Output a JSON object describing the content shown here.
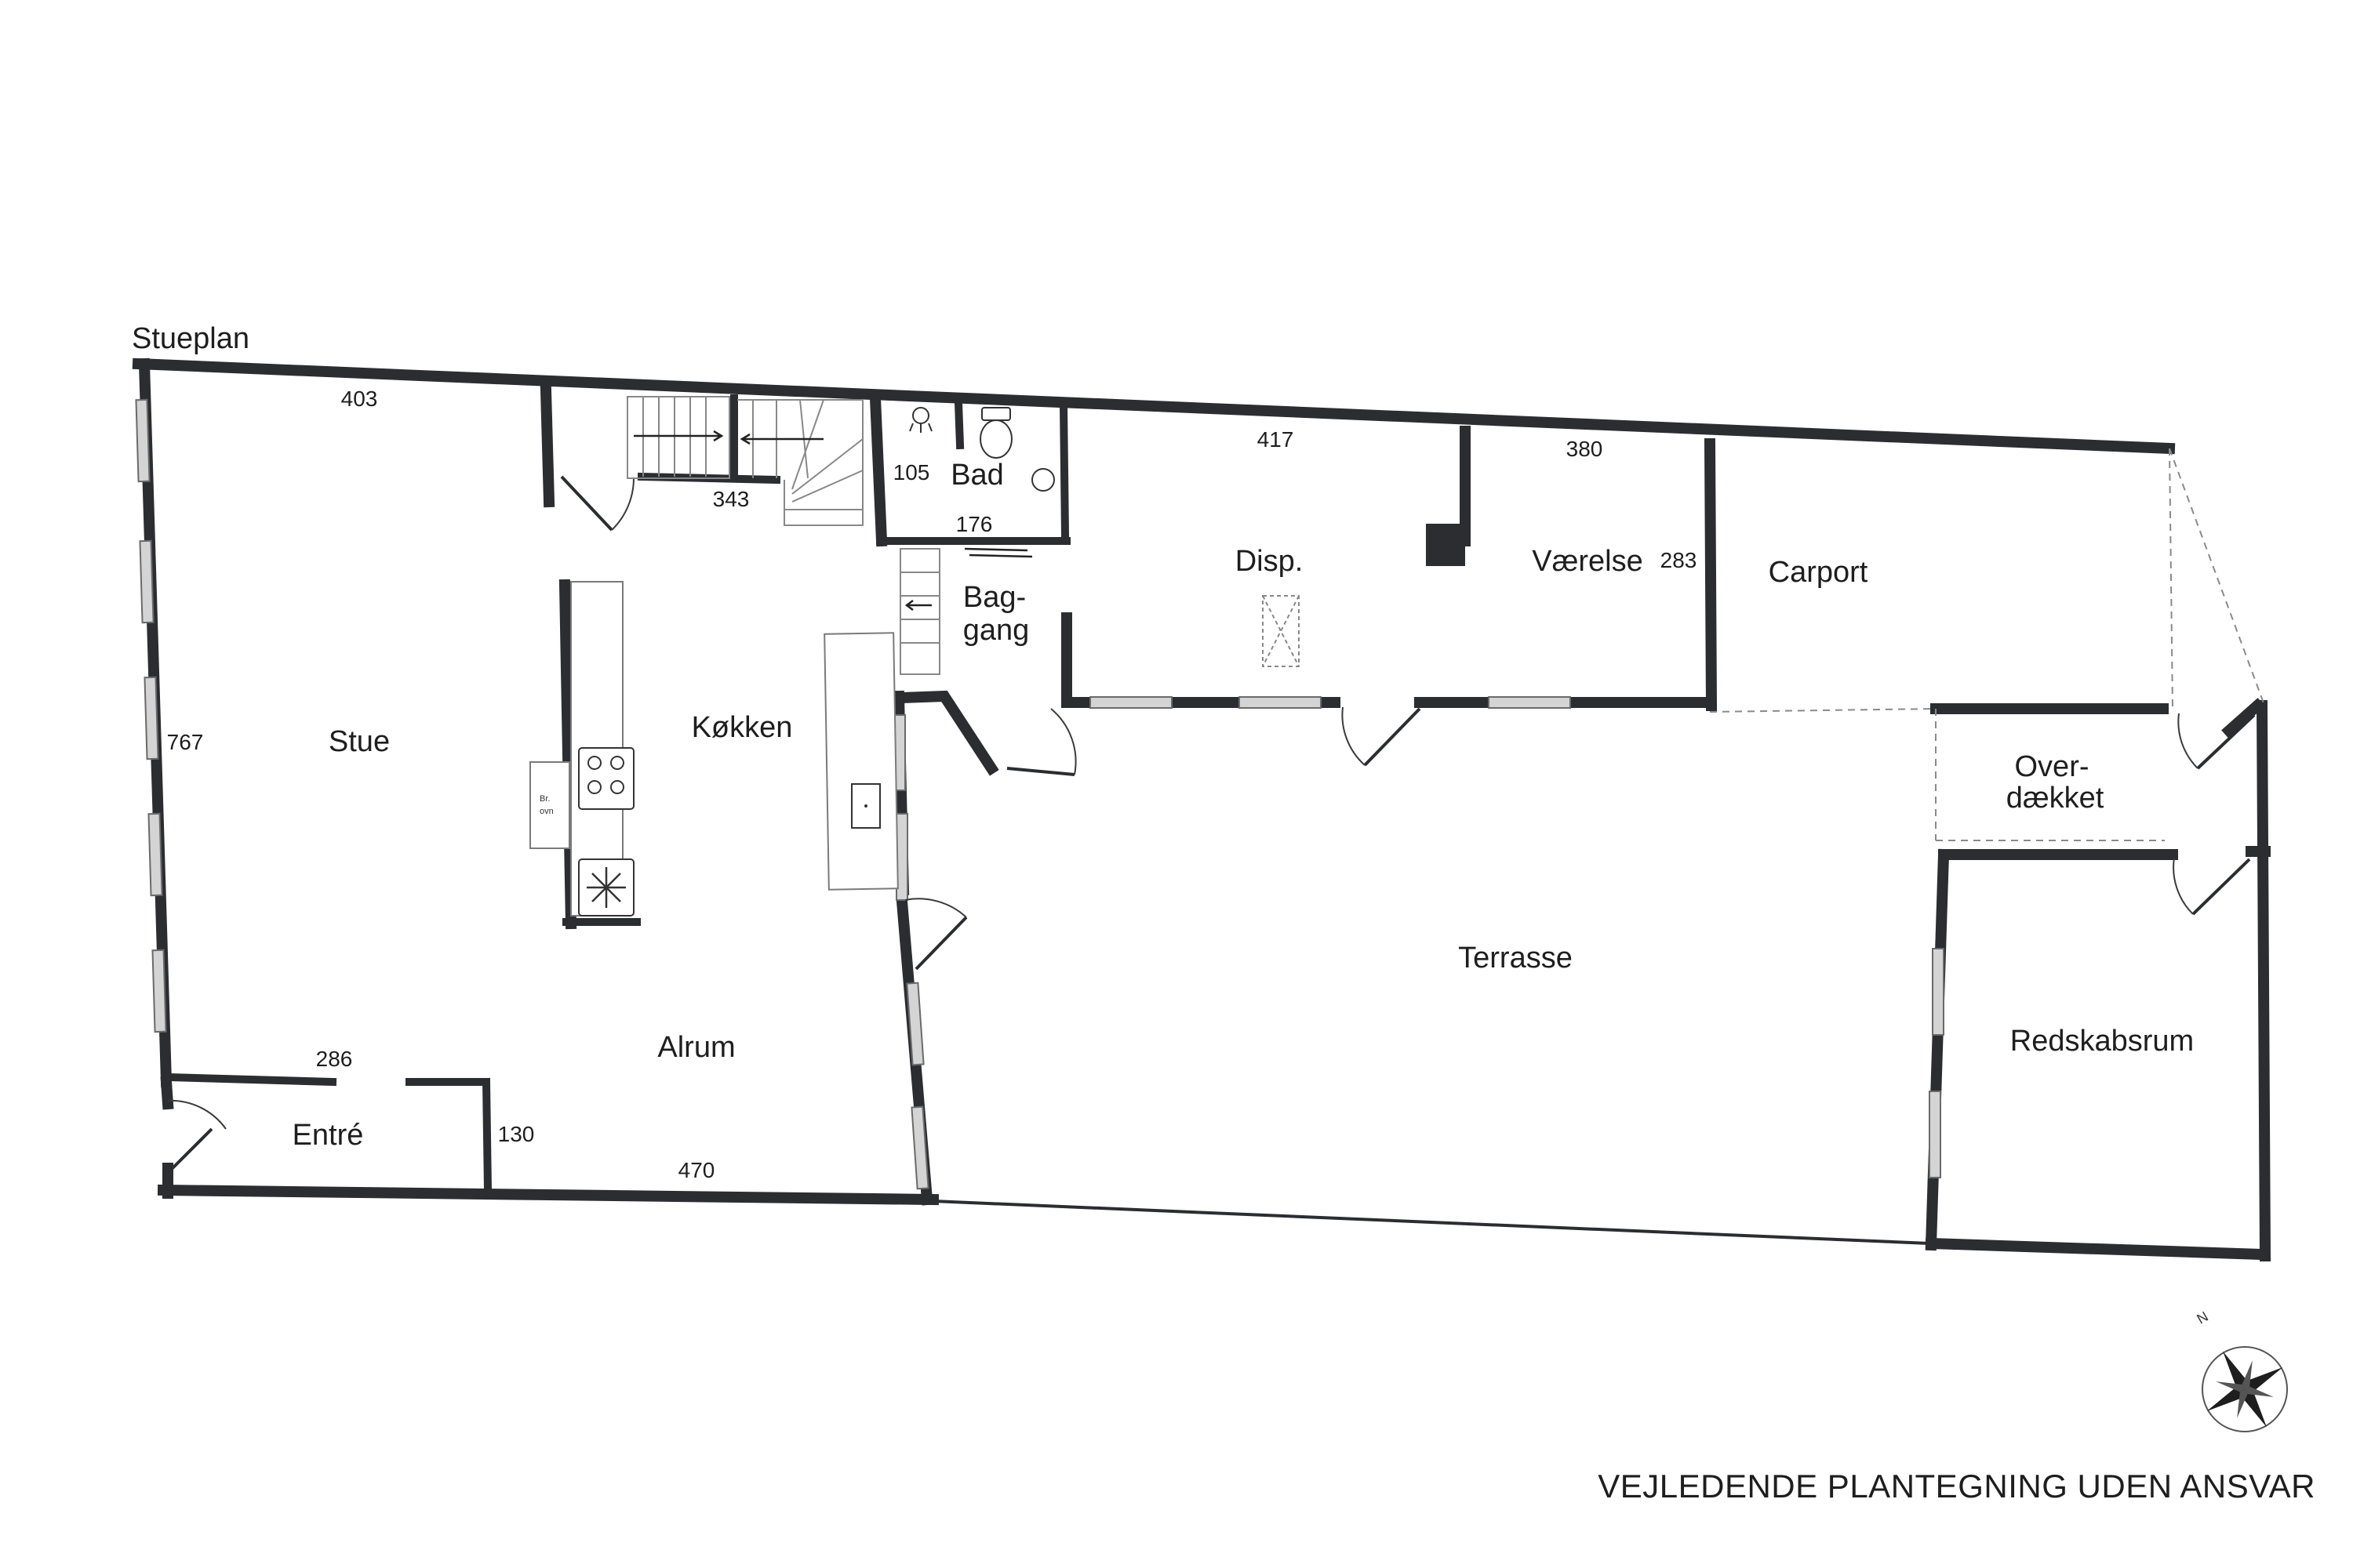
{
  "plan_title": "Stueplan",
  "disclaimer": "VEJLEDENDE PLANTEGNING UDEN ANSVAR",
  "compass": {
    "label": "N",
    "icon": "compass-rose-icon"
  },
  "rooms": {
    "stue": "Stue",
    "kokken": "Køkken",
    "alrum": "Alrum",
    "entre": "Entré",
    "bad": "Bad",
    "baggang_1": "Bag-",
    "baggang_2": "gang",
    "disp": "Disp.",
    "vaerelse": "Værelse",
    "carport": "Carport",
    "overdaekket_1": "Over-",
    "overdaekket_2": "dækket",
    "terrasse": "Terrasse",
    "redskabsrum": "Redskabsrum"
  },
  "dimensions": {
    "d403": "403",
    "d343": "343",
    "d105": "105",
    "d176": "176",
    "d417": "417",
    "d380": "380",
    "d283": "283",
    "d767": "767",
    "d286": "286",
    "d130": "130",
    "d470": "470"
  },
  "fixtures": {
    "oven_label_1": "Br.",
    "oven_label_2": "ovn",
    "stove_icon": "stove-burners-icon",
    "fridge_icon": "freezer-snowflake-icon",
    "toilet_icon": "toilet-icon",
    "sink_icon": "sink-icon",
    "shower_icon": "shower-icon"
  },
  "colors": {
    "wall": "#2b2d31",
    "window": "#d4d4d4",
    "text": "#1e1e1e"
  }
}
